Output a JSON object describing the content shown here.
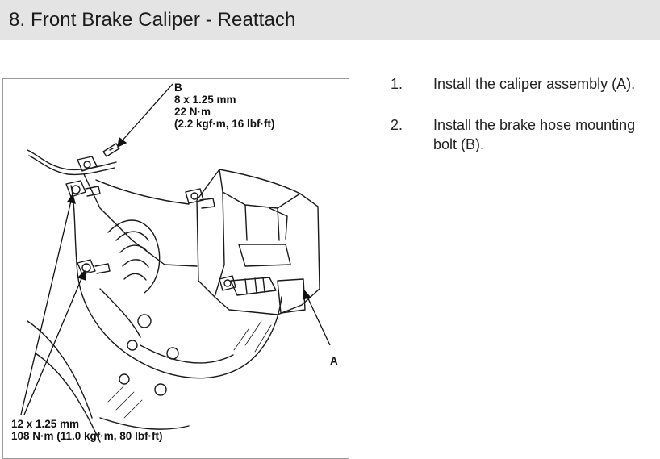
{
  "header": {
    "title": "8. Front Brake Caliper - Reattach"
  },
  "figure": {
    "callout_b": {
      "letter": "B",
      "size": "8 x 1.25 mm",
      "torque": "22 N·m",
      "torque_alt": "(2.2 kgf·m, 16 lbf·ft)"
    },
    "callout_a": {
      "letter": "A"
    },
    "callout_bolts": {
      "size": "12 x 1.25 mm",
      "torque": "108 N·m (11.0 kgf·m, 80 lbf·ft)"
    }
  },
  "steps": [
    {
      "number": "1.",
      "text": "Install the caliper assembly (A)."
    },
    {
      "number": "2.",
      "text": "Install the brake hose mounting bolt (B)."
    }
  ]
}
